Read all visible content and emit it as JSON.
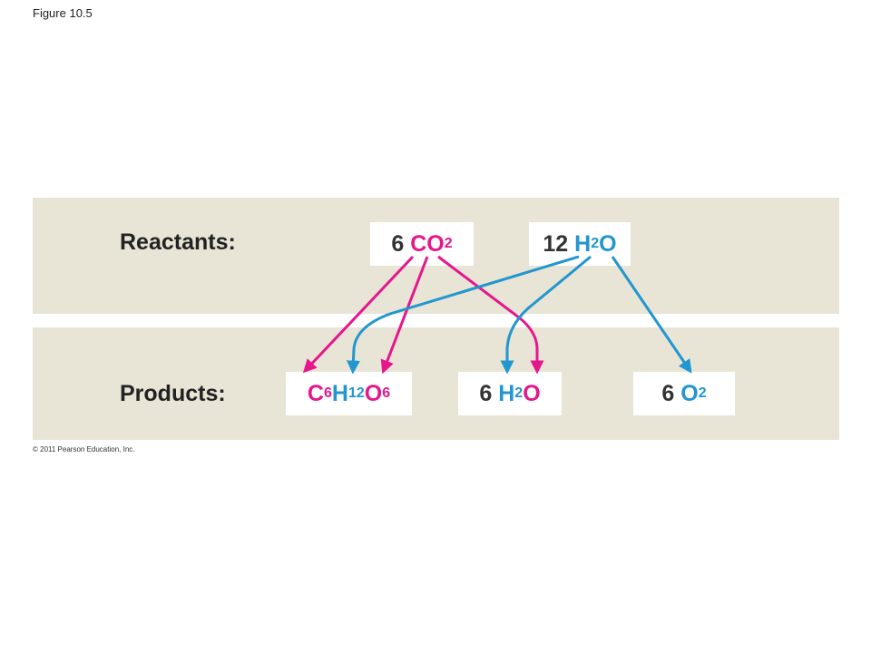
{
  "figure_label": "Figure 10.5",
  "reactants_label": "Reactants:",
  "products_label": "Products:",
  "reactant_co2": {
    "coef": "6",
    "c": "C",
    "o": "O",
    "sub": "2"
  },
  "reactant_h2o": {
    "coef": "12",
    "h": "H",
    "sub": "2",
    "o": "O"
  },
  "product_glucose": {
    "c": "C",
    "c_sub": "6",
    "h": "H",
    "h_sub": "12",
    "o": "O",
    "o_sub": "6"
  },
  "product_h2o": {
    "coef": "6",
    "h": "H",
    "sub": "2",
    "o": "O"
  },
  "product_o2": {
    "coef": "6",
    "o": "O",
    "sub": "2"
  },
  "copyright": "© 2011 Pearson Education, Inc.",
  "colors": {
    "carbon_oxygen_pink": "#e6168d",
    "water_blue": "#2196cf",
    "band": "#e8e4d6",
    "text": "#333333"
  }
}
